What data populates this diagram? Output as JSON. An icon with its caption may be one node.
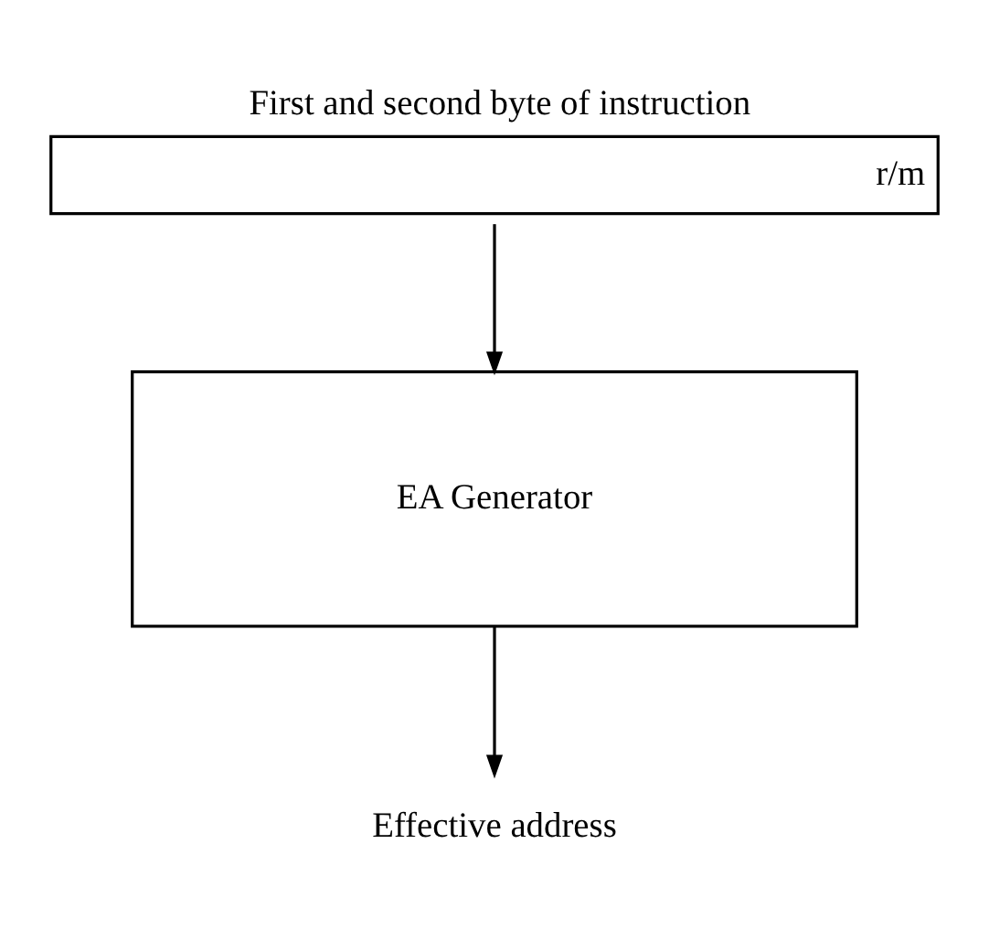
{
  "diagram": {
    "nodes": [
      {
        "text": [
          "First and second byte of instruction",
          "r/m"
        ]
      },
      {
        "text": [
          "EA Generator"
        ]
      },
      {
        "text": [
          "Effective address"
        ]
      }
    ],
    "edges": [
      {
        "from": 0,
        "to": 1,
        "arrow": "to"
      },
      {
        "from": 1,
        "to": 2,
        "arrow": "to"
      }
    ]
  }
}
